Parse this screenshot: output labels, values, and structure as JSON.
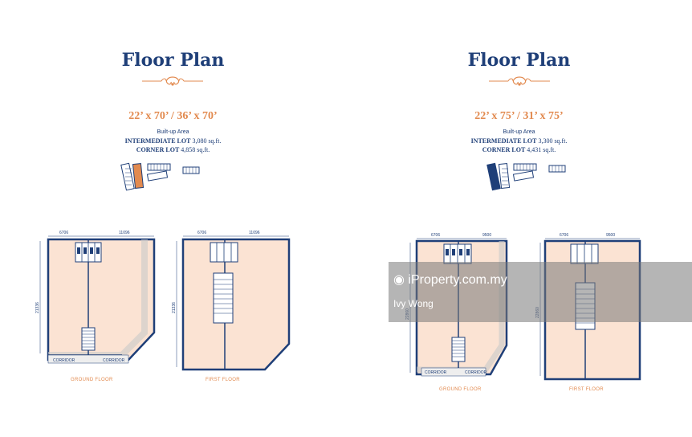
{
  "colors": {
    "navy": "#1f3f78",
    "orange": "#e28a4f",
    "peach": "#fbe3d3",
    "watermark": "#787878"
  },
  "left": {
    "title": "Floor Plan",
    "dimensions": "22’ x 70’ / 36’ x 70’",
    "built_up": "Built-up Area",
    "intermediate_label": "INTERMEDIATE LOT",
    "intermediate_value": "3,080 sq.ft.",
    "corner_label": "CORNER LOT",
    "corner_value": "4,858 sq.ft.",
    "ground": {
      "label": "GROUND FLOOR",
      "dim_a": "6706",
      "dim_b": "11096",
      "dim_side": "21336",
      "corridor_a": "CORRIDOR",
      "corridor_b": "CORRIDOR"
    },
    "first": {
      "label": "FIRST FLOOR",
      "dim_a": "6706",
      "dim_b": "11096",
      "dim_side": "21336"
    }
  },
  "right": {
    "title": "Floor Plan",
    "dimensions": "22’ x 75’ / 31’ x 75’",
    "built_up": "Built-up Area",
    "intermediate_label": "INTERMEDIATE LOT",
    "intermediate_value": "3,300 sq.ft.",
    "corner_label": "CORNER LOT",
    "corner_value": "4,431 sq.ft.",
    "ground": {
      "label": "GROUND FLOOR",
      "dim_a": "6706",
      "dim_b": "9500",
      "dim_side": "22860",
      "corridor_a": "CORRIDOR",
      "corridor_b": "CORRIDOR"
    },
    "first": {
      "label": "FIRST FLOOR",
      "dim_a": "6706",
      "dim_b": "9500",
      "dim_side": "22860"
    }
  },
  "watermark": {
    "logo_text": "iProperty.com.my",
    "agent": "Ivy Wong"
  }
}
